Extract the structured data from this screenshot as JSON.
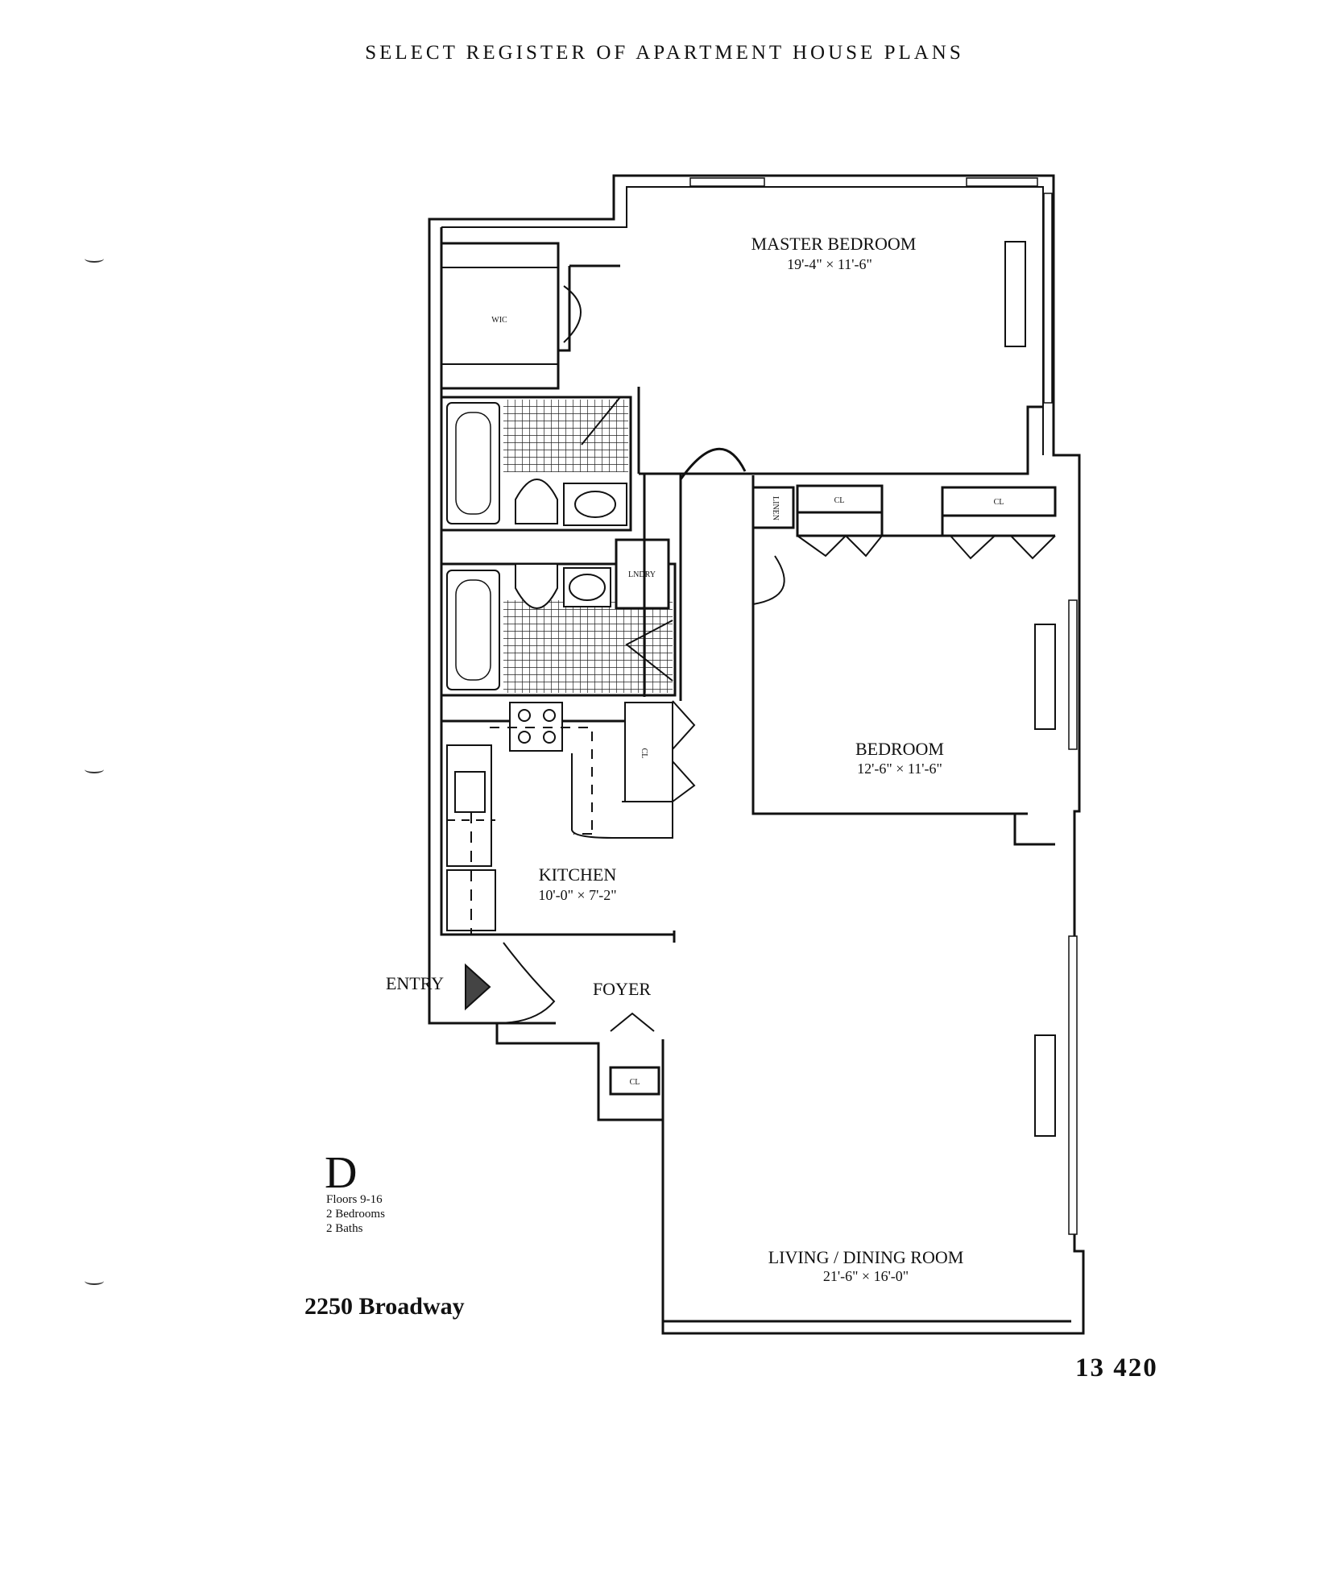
{
  "header": {
    "title": "SELECT REGISTER OF APARTMENT HOUSE PLANS"
  },
  "rooms": {
    "master_bedroom": {
      "name": "MASTER BEDROOM",
      "dims": "19'-4\" × 11'-6\""
    },
    "bedroom": {
      "name": "BEDROOM",
      "dims": "12'-6\" × 11'-6\""
    },
    "kitchen": {
      "name": "KITCHEN",
      "dims": "10'-0\" × 7'-2\""
    },
    "living": {
      "name": "LIVING / DINING ROOM",
      "dims": "21'-6\" × 16'-0\""
    },
    "foyer": {
      "name": "FOYER"
    },
    "entry": {
      "name": "ENTRY"
    }
  },
  "fixtures": {
    "wic": "WIC",
    "linen": "LINEN",
    "laundry": "LNDRY",
    "closet_1": "CL",
    "closet_2": "CL",
    "closet_kitchen": "CL",
    "closet_foyer": "CL"
  },
  "unit": {
    "letter": "D",
    "floors": "Floors 9-16",
    "bedrooms": "2 Bedrooms",
    "baths": "2 Baths"
  },
  "building": "2250 Broadway",
  "page_numbers": "13 420",
  "colors": {
    "ink": "#111111",
    "paper": "#ffffff"
  }
}
